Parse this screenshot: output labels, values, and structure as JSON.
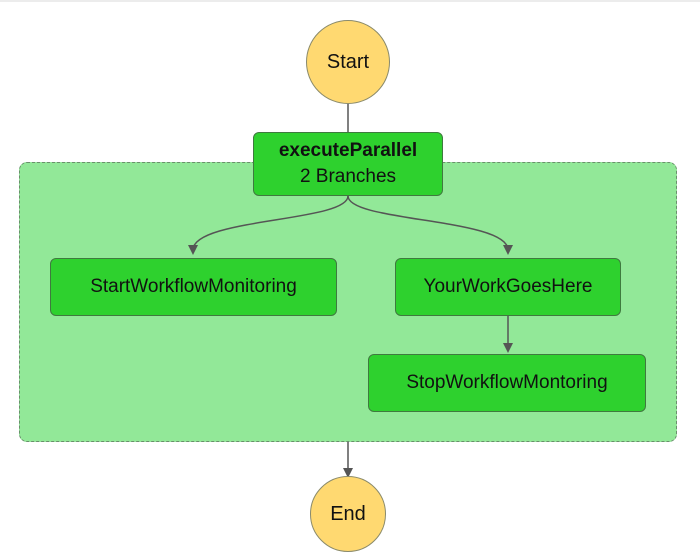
{
  "nodes": {
    "start": {
      "label": "Start"
    },
    "parallel": {
      "label": "executeParallel",
      "sublabel": "2 Branches"
    },
    "monitor_start": {
      "label": "StartWorkflowMonitoring"
    },
    "work": {
      "label": "YourWorkGoesHere"
    },
    "monitor_stop": {
      "label": "StopWorkflowMontoring"
    },
    "end": {
      "label": "End"
    }
  },
  "colors": {
    "terminal_fill": "#ffd971",
    "state_fill": "#2ed12e",
    "region_fill": "#92e898",
    "edge": "#555555"
  }
}
